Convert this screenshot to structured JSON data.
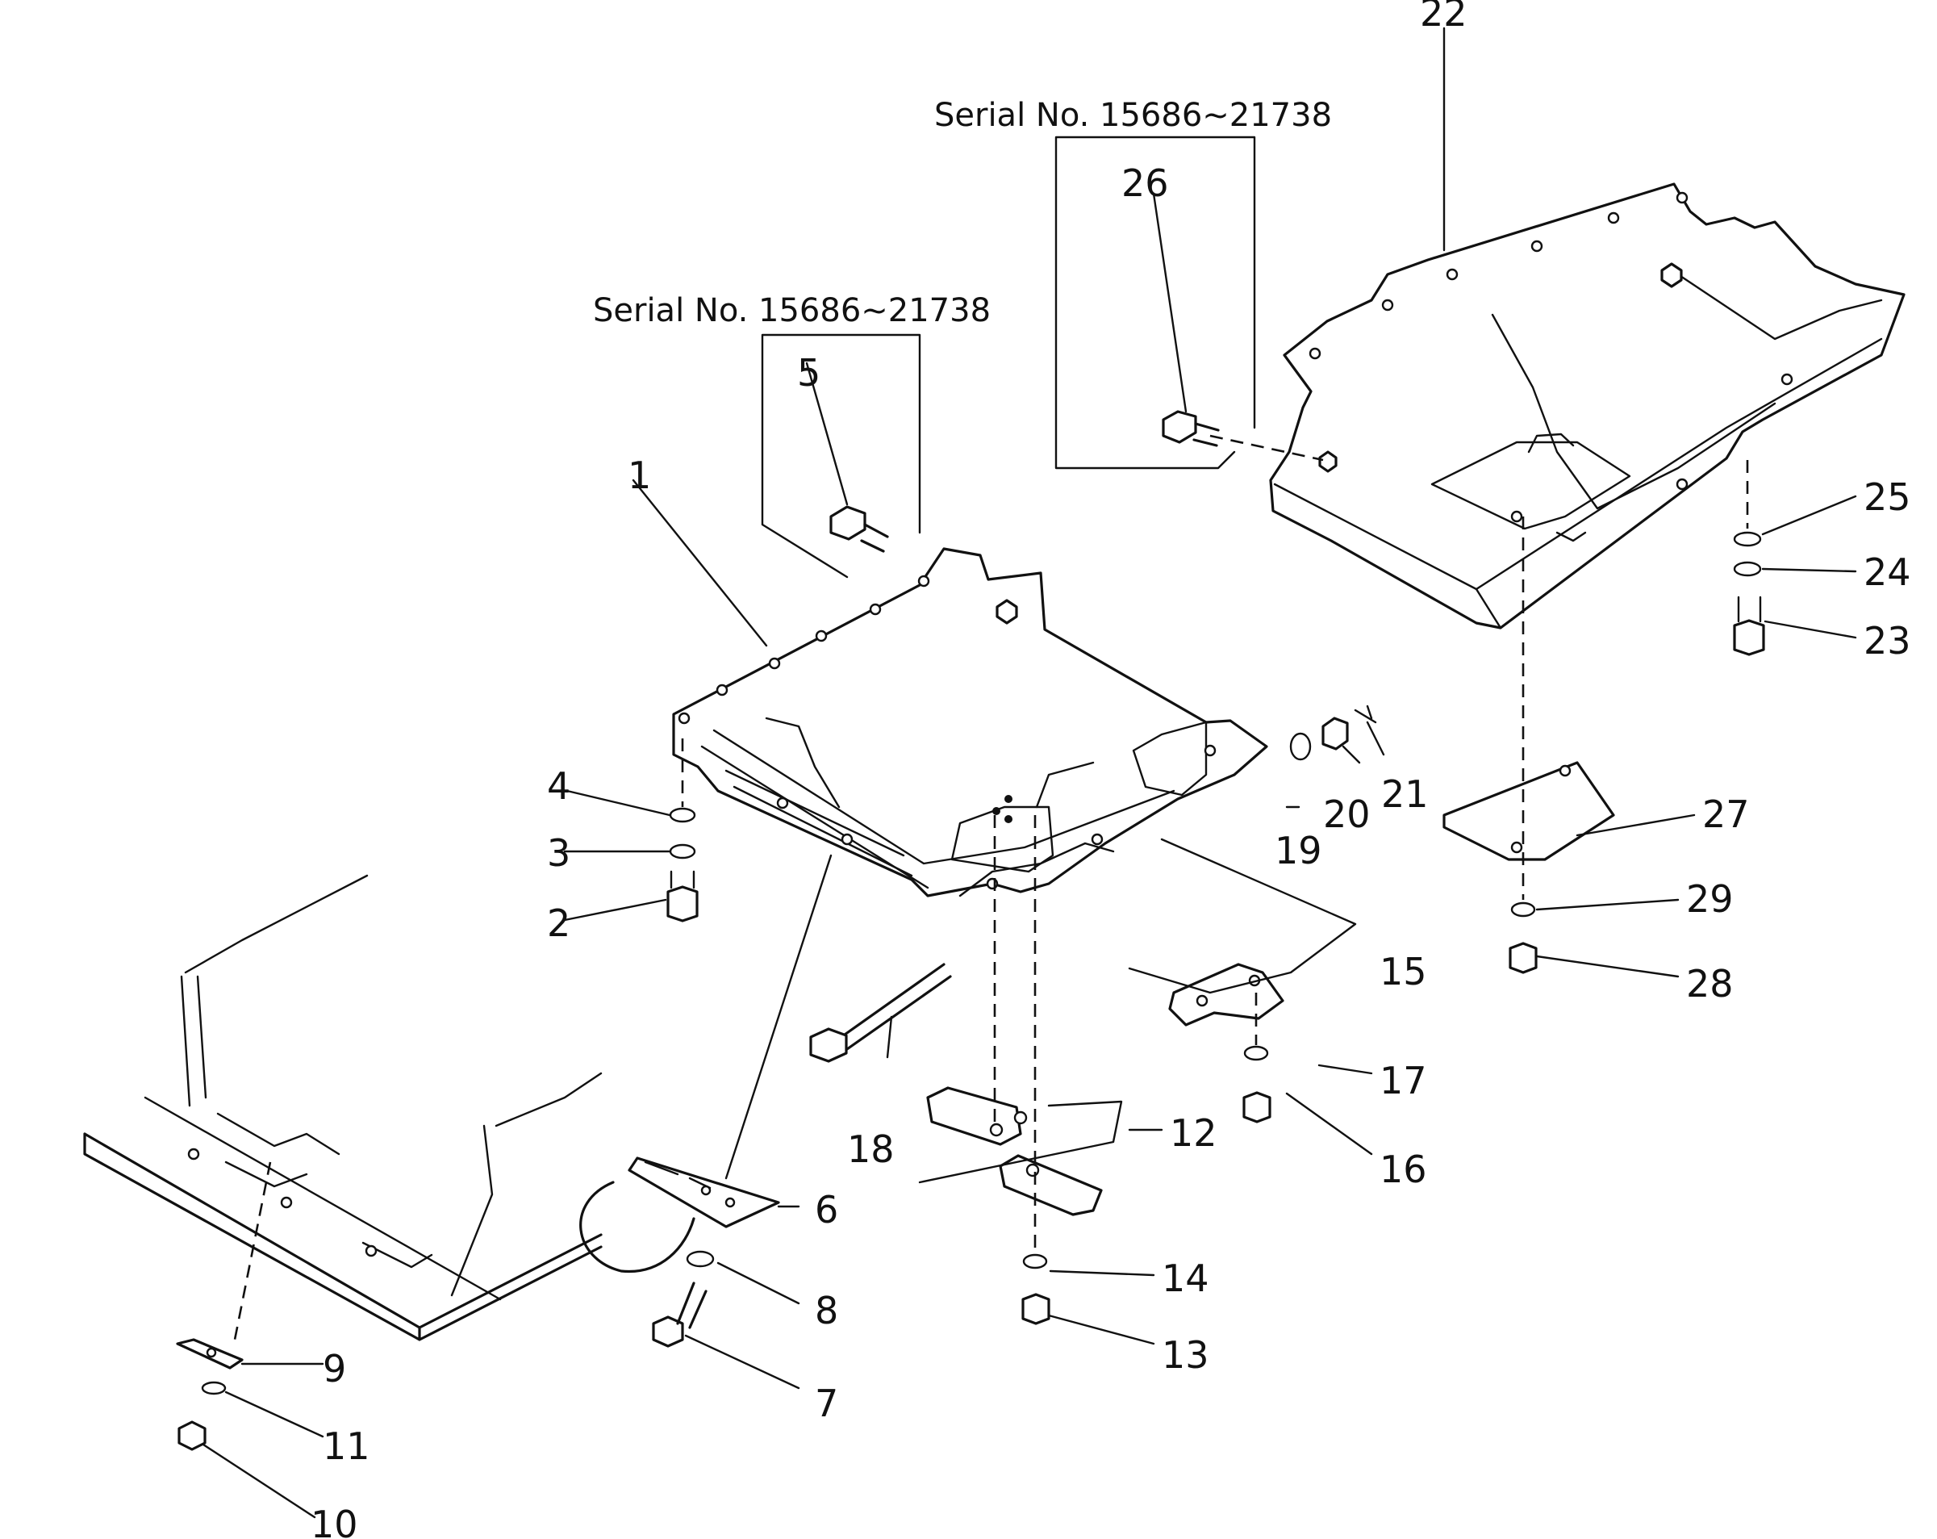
{
  "serial_notes": [
    {
      "id": "serial-note-upper",
      "text": "Serial No. 15686~21738"
    },
    {
      "id": "serial-note-left",
      "text": "Serial No. 15686~21738"
    }
  ],
  "callouts": [
    "1",
    "2",
    "3",
    "4",
    "5",
    "6",
    "7",
    "8",
    "9",
    "10",
    "11",
    "12",
    "13",
    "14",
    "15",
    "16",
    "17",
    "18",
    "19",
    "20",
    "21",
    "22",
    "23",
    "24",
    "25",
    "26",
    "27",
    "28",
    "29"
  ]
}
